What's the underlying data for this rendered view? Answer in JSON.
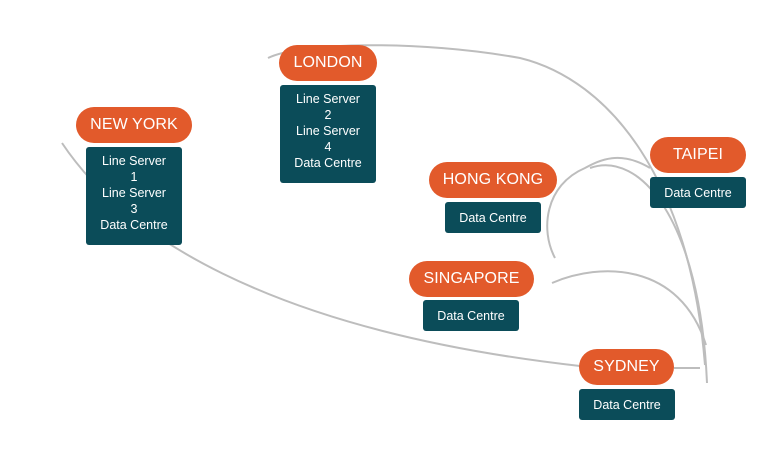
{
  "network": {
    "link_color": "#bdbdbd",
    "city_color": "#e25a2b",
    "box_color": "#0b4c59",
    "sites": [
      {
        "city": "NEW YORK",
        "services": [
          "Line Server",
          "1",
          "Line Server",
          "3",
          "Data Centre"
        ]
      },
      {
        "city": "LONDON",
        "services": [
          "Line Server",
          "2",
          "Line Server",
          "4",
          "Data Centre"
        ]
      },
      {
        "city": "HONG KONG",
        "services": [
          "Data Centre"
        ]
      },
      {
        "city": "TAIPEI",
        "services": [
          "Data Centre"
        ]
      },
      {
        "city": "SINGAPORE",
        "services": [
          "Data Centre"
        ]
      },
      {
        "city": "SYDNEY",
        "services": [
          "Data Centre"
        ]
      }
    ]
  }
}
